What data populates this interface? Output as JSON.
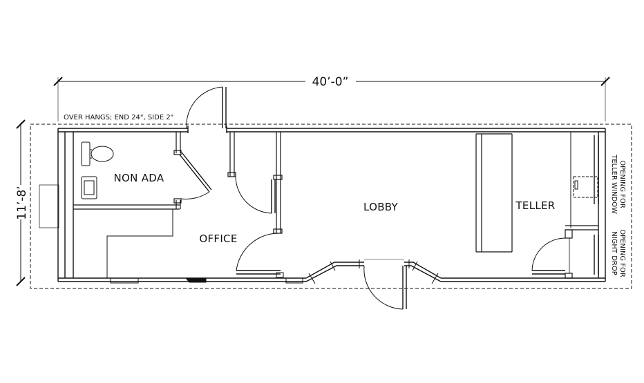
{
  "dimensions": {
    "length": "40’-0”",
    "width": "11’-8’"
  },
  "notes": {
    "overhangs": "OVER HANGS; END 24\", SIDE 2\""
  },
  "rooms": {
    "non_ada": "NON ADA",
    "office": "OFFICE",
    "lobby": "LOBBY",
    "teller": "TELLER"
  },
  "side_labels": {
    "teller_window": [
      "OPENING FOR",
      "TELLER WINDOW"
    ],
    "night_drop": [
      "OPENING FOR",
      "NIGHT DROP"
    ]
  },
  "colors": {
    "ink": "#111111",
    "background": "#ffffff"
  }
}
